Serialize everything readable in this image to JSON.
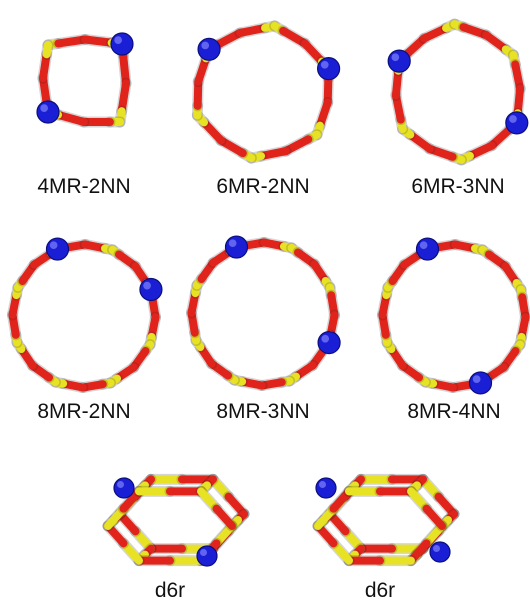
{
  "colors": {
    "si": "#e7e224",
    "o": "#e0231b",
    "al": "#1a1fd6",
    "label": "#111111"
  },
  "panels": [
    {
      "id": "4mr-2nn",
      "label": "4MR-2NN",
      "type": "ring",
      "ring_size": 4,
      "al_count": 2,
      "al_relation": "2NN"
    },
    {
      "id": "6mr-2nn",
      "label": "6MR-2NN",
      "type": "ring",
      "ring_size": 6,
      "al_count": 2,
      "al_relation": "2NN"
    },
    {
      "id": "6mr-3nn",
      "label": "6MR-3NN",
      "type": "ring",
      "ring_size": 6,
      "al_count": 2,
      "al_relation": "3NN"
    },
    {
      "id": "8mr-2nn",
      "label": "8MR-2NN",
      "type": "ring",
      "ring_size": 8,
      "al_count": 2,
      "al_relation": "2NN"
    },
    {
      "id": "8mr-3nn",
      "label": "8MR-3NN",
      "type": "ring",
      "ring_size": 8,
      "al_count": 2,
      "al_relation": "3NN"
    },
    {
      "id": "8mr-4nn",
      "label": "8MR-4NN",
      "type": "ring",
      "ring_size": 8,
      "al_count": 2,
      "al_relation": "4NN"
    },
    {
      "id": "d6r-a",
      "label": "d6r",
      "type": "cage",
      "al_count": 2
    },
    {
      "id": "d6r-b",
      "label": "d6r",
      "type": "cage",
      "al_count": 2
    }
  ]
}
